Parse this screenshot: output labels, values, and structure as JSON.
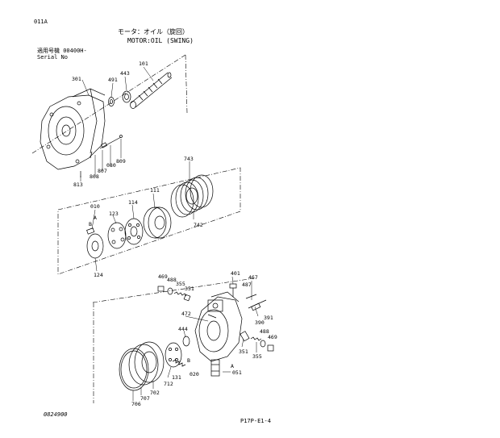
{
  "header": {
    "page_code": "011A",
    "title_jp": "モータ：オイル（旋回）",
    "title_en": "MOTOR:OIL (SWING)",
    "applicable_label": "適用号機 00400H-",
    "serial_label": "Serial No"
  },
  "footer": {
    "drawing_no": "0824900",
    "page_ref": "P17P-E1-4"
  },
  "part_labels": {
    "p101": "101",
    "p443": "443",
    "p491": "491",
    "p301": "301",
    "p809": "809",
    "p080": "080",
    "p807": "807",
    "p808": "808",
    "p813": "813",
    "p743": "743",
    "p111": "111",
    "p114": "114",
    "p010": "010",
    "pA1": "A",
    "p123": "123",
    "pB1": "B",
    "p742": "742",
    "p124": "124",
    "p401": "401",
    "p467": "467",
    "p469a": "469",
    "p488a": "488",
    "p355a": "355",
    "p351a": "351",
    "p487": "487",
    "p472": "472",
    "p391": "391",
    "p390": "390",
    "p444": "444",
    "p488b": "488",
    "p469b": "469",
    "p351b": "351",
    "p355b": "355",
    "p131": "131",
    "pB2": "B",
    "pA2": "A",
    "p020": "020",
    "p051": "051",
    "p712": "712",
    "p702": "702",
    "p707": "707",
    "p706": "706"
  }
}
